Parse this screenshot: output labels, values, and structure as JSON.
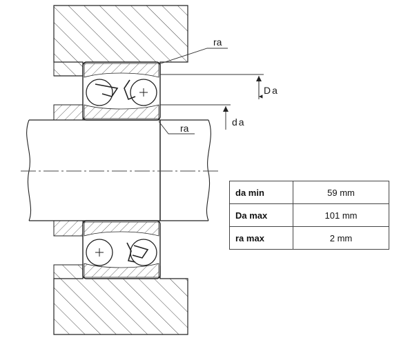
{
  "labels": {
    "ra_top": "ra",
    "ra_shaft": "ra",
    "Da": "Da",
    "da": "da"
  },
  "specs": [
    {
      "name": "da min",
      "value": "59 mm"
    },
    {
      "name": "Da max",
      "value": "101 mm"
    },
    {
      "name": "ra max",
      "value": "2 mm"
    }
  ]
}
